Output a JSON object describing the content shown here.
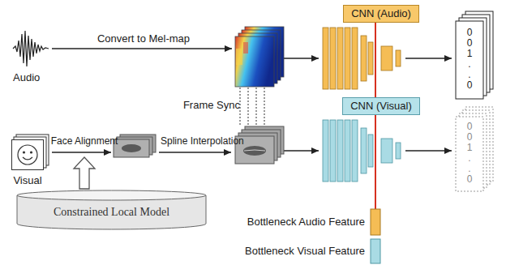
{
  "diagram": {
    "nodes": [
      {
        "text": [
          "Visual"
        ]
      },
      {
        "text": [
          "Constrained Local Model"
        ]
      },
      {
        "text": [
          "CNN (Audio)"
        ]
      },
      {
        "text": [
          "CNN (Visual)"
        ]
      }
    ],
    "labels": [
      "Audio",
      "Convert to Mel-map",
      "Frame Sync",
      "Face Alignment",
      "Spline Interpolation",
      "0 0 1 . . 0",
      "0 0 1 . . 0",
      "Bottleneck Audio Feature",
      "Bottleneck Visual Feature"
    ]
  }
}
